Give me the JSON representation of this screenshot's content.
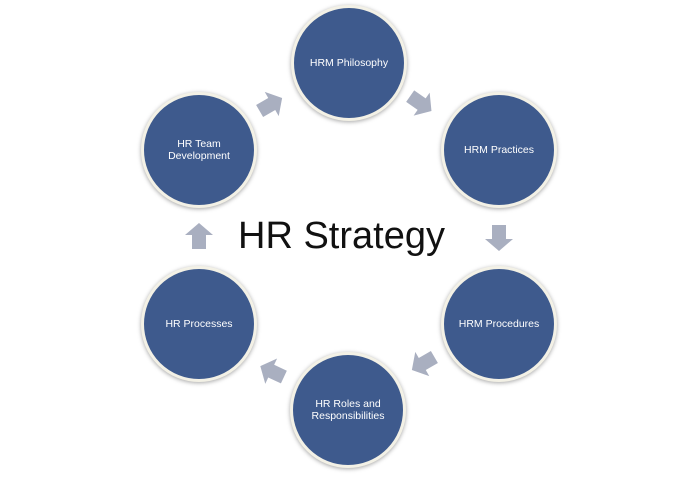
{
  "title": "HR Strategy",
  "nodes": [
    {
      "label": "HRM Philosophy"
    },
    {
      "label": "HRM Practices"
    },
    {
      "label": "HRM Procedures"
    },
    {
      "label": "HR Roles and Responsibilities"
    },
    {
      "label": "HR Processes"
    },
    {
      "label": "HR Team Development"
    }
  ],
  "colors": {
    "node": "#3e5a8d",
    "arrow": "#a9afc0"
  }
}
